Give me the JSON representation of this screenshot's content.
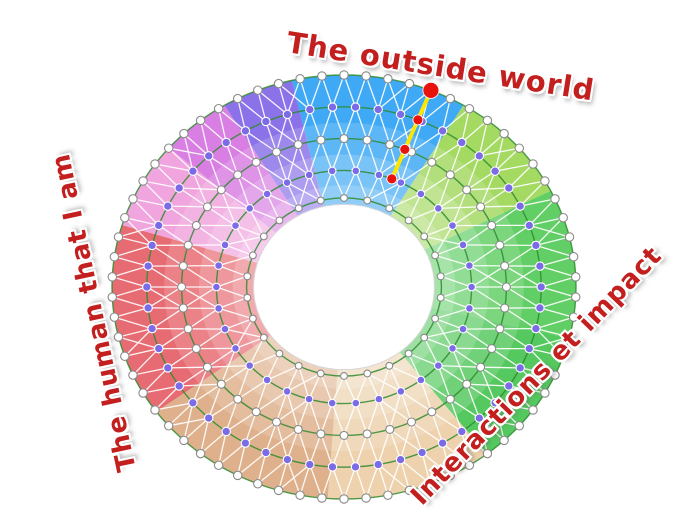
{
  "labels": {
    "top": "The outside world",
    "left": "The human that I am",
    "right": "Interactions et impact"
  },
  "diagram": {
    "background": "#ffffff",
    "label_color": "#c41f1f",
    "hole_ratio": 0.39,
    "ring_line_color": "#2e8b2e",
    "mesh_line_color": "#ffffff",
    "hole_edge_color": "#d8d8d8",
    "sectors": [
      {
        "name": "blue",
        "from": 347,
        "to": 391,
        "color": "#3fa9f5"
      },
      {
        "name": "light-green",
        "from": 31,
        "to": 63,
        "color": "#a4d962"
      },
      {
        "name": "green",
        "from": 63,
        "to": 104,
        "color": "#62cf66"
      },
      {
        "name": "green-dark",
        "from": 104,
        "to": 142,
        "color": "#55c95f"
      },
      {
        "name": "tan-light",
        "from": 142,
        "to": 184,
        "color": "#eed2ad"
      },
      {
        "name": "tan",
        "from": 184,
        "to": 234,
        "color": "#deb18c"
      },
      {
        "name": "red",
        "from": 234,
        "to": 287,
        "color": "#e76b72"
      },
      {
        "name": "pink",
        "from": 287,
        "to": 311,
        "color": "#f0a5de"
      },
      {
        "name": "orchid",
        "from": 311,
        "to": 329,
        "color": "#d97fe3"
      },
      {
        "name": "purple",
        "from": 329,
        "to": 347,
        "color": "#8b72e9"
      }
    ],
    "rings": [
      {
        "t": 1.0,
        "nodes": 66,
        "fill": "#ffffff",
        "stroke": "#8a8a8a",
        "r": 4.2
      },
      {
        "t": 0.85,
        "nodes": 54,
        "fill": "#7b6be6",
        "stroke": "#ffffff",
        "r": 4.2
      },
      {
        "t": 0.7,
        "nodes": 44,
        "fill": "#ffffff",
        "stroke": "#8a8a8a",
        "r": 4.0
      },
      {
        "t": 0.55,
        "nodes": 34,
        "fill": "#7b6be6",
        "stroke": "#ffffff",
        "r": 3.8
      },
      {
        "t": 0.42,
        "nodes": 26,
        "fill": "#ffffff",
        "stroke": "#8a8a8a",
        "r": 3.4
      }
    ],
    "highlight": {
      "angle": 22,
      "line_color": "#ffe600",
      "dot_color": "#e8140c",
      "from_t": 0.55,
      "to_t": 1.0,
      "dots": [
        {
          "t": 1.0,
          "r": 8
        },
        {
          "t": 0.85,
          "r": 5
        },
        {
          "t": 0.7,
          "r": 5
        },
        {
          "t": 0.55,
          "r": 5
        }
      ]
    }
  }
}
